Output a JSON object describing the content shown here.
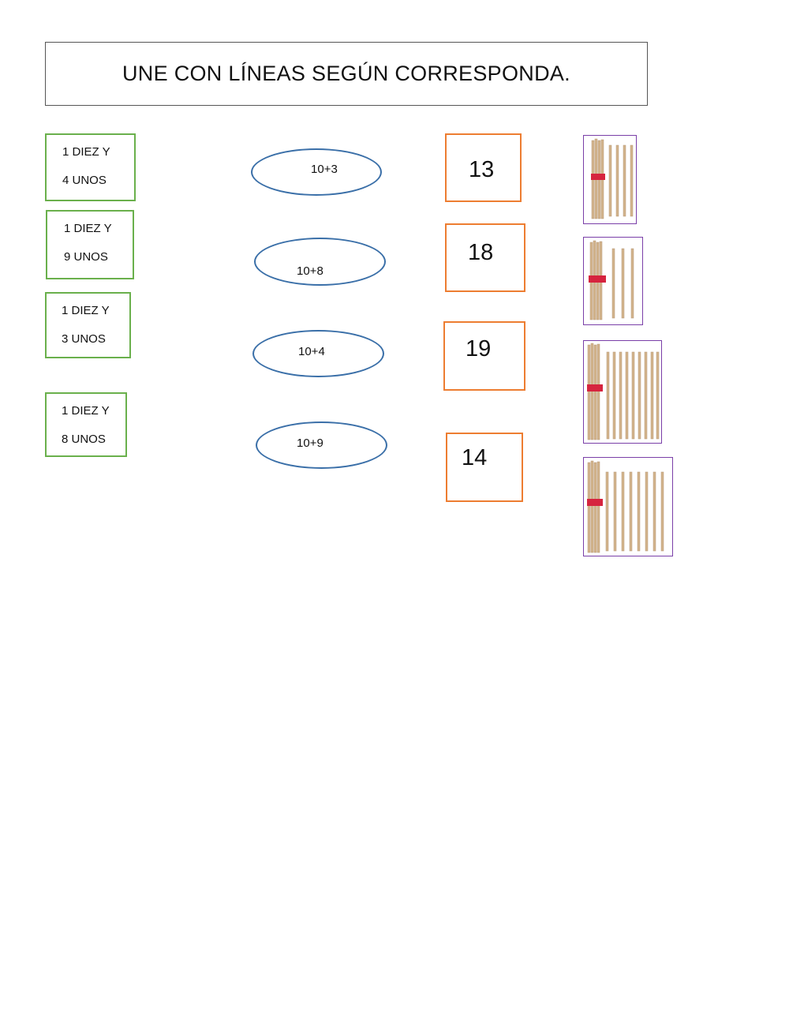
{
  "title": "UNE CON LÍNEAS SEGÚN CORRESPONDA.",
  "left_boxes": [
    {
      "line1": "1 DIEZ Y",
      "line2": "4 UNOS"
    },
    {
      "line1": "1 DIEZ Y",
      "line2": "9 UNOS"
    },
    {
      "line1": "1 DIEZ Y",
      "line2": "3 UNOS"
    },
    {
      "line1": "1 DIEZ Y",
      "line2": "8 UNOS"
    }
  ],
  "ovals": [
    "10+3",
    "10+8",
    "10+4",
    "10+9"
  ],
  "numbers": [
    "13",
    "18",
    "19",
    "14"
  ],
  "stick_pictures": [
    {
      "bundles": 1,
      "loose_sticks": 4
    },
    {
      "bundles": 1,
      "loose_sticks": 3
    },
    {
      "bundles": 1,
      "loose_sticks": 9
    },
    {
      "bundles": 1,
      "loose_sticks": 8
    }
  ],
  "colors": {
    "left_box_border": "#6ab04c",
    "oval_border": "#3a6fa8",
    "number_box_border": "#ed7d31",
    "picture_border": "#7a3fa8",
    "stick": "#d2b48c",
    "band": "#d6243f"
  }
}
